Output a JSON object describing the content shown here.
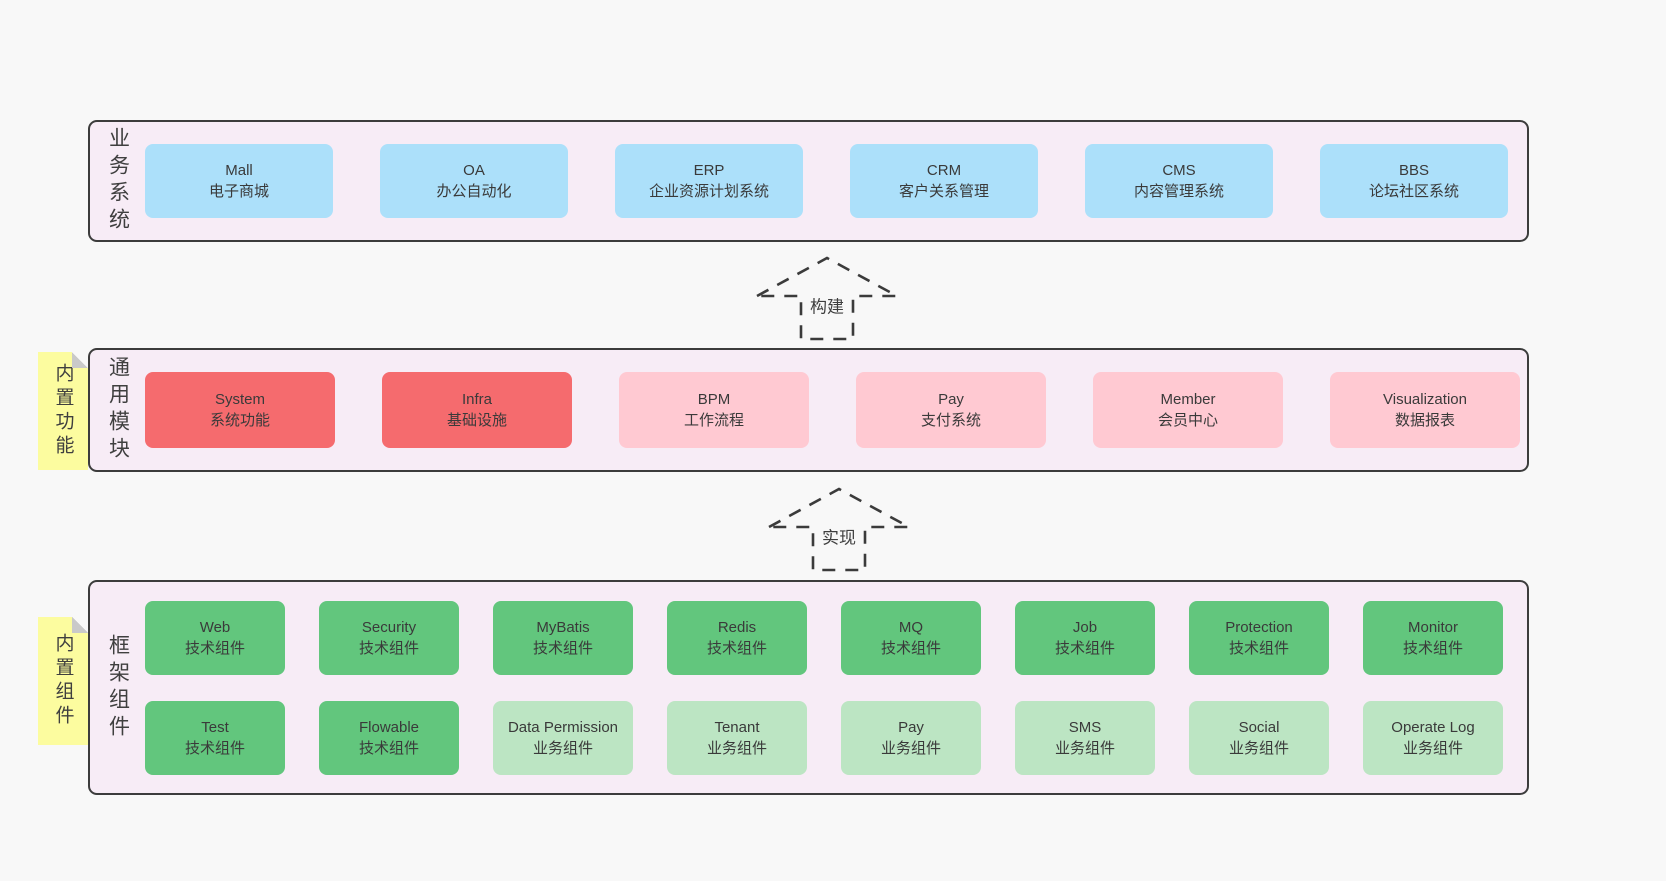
{
  "palette": {
    "canvas_bg": "#f8f8f8",
    "panel_bg": "#f7ecf6",
    "panel_border": "#3c3c3c",
    "blue": "#ace0fa",
    "red": "#f56b6e",
    "pink": "#ffc9d2",
    "green": "#62c67d",
    "light_green": "#bce5c3",
    "note_yellow": "#fcfc9f",
    "text": "#3f3f3f"
  },
  "notes": [
    {
      "label": "内置功能"
    },
    {
      "label": "内置组件"
    }
  ],
  "arrows": [
    {
      "label": "构建"
    },
    {
      "label": "实现"
    }
  ],
  "sections": [
    {
      "label": "业务系统",
      "rows": [
        [
          {
            "name": "Mall",
            "desc": "电子商城",
            "variant": "v-blue"
          },
          {
            "name": "OA",
            "desc": "办公自动化",
            "variant": "v-blue"
          },
          {
            "name": "ERP",
            "desc": "企业资源计划系统",
            "variant": "v-blue"
          },
          {
            "name": "CRM",
            "desc": "客户关系管理",
            "variant": "v-blue"
          },
          {
            "name": "CMS",
            "desc": "内容管理系统",
            "variant": "v-blue"
          },
          {
            "name": "BBS",
            "desc": "论坛社区系统",
            "variant": "v-blue"
          }
        ]
      ]
    },
    {
      "label": "通用模块",
      "rows": [
        [
          {
            "name": "System",
            "desc": "系统功能",
            "variant": "v-red"
          },
          {
            "name": "Infra",
            "desc": "基础设施",
            "variant": "v-red"
          },
          {
            "name": "BPM",
            "desc": "工作流程",
            "variant": "v-pink"
          },
          {
            "name": "Pay",
            "desc": "支付系统",
            "variant": "v-pink"
          },
          {
            "name": "Member",
            "desc": "会员中心",
            "variant": "v-pink"
          },
          {
            "name": "Visualization",
            "desc": "数据报表",
            "variant": "v-pink"
          }
        ]
      ]
    },
    {
      "label": "框架组件",
      "rows": [
        [
          {
            "name": "Web",
            "desc": "技术组件",
            "variant": "v-green"
          },
          {
            "name": "Security",
            "desc": "技术组件",
            "variant": "v-green"
          },
          {
            "name": "MyBatis",
            "desc": "技术组件",
            "variant": "v-green"
          },
          {
            "name": "Redis",
            "desc": "技术组件",
            "variant": "v-green"
          },
          {
            "name": "MQ",
            "desc": "技术组件",
            "variant": "v-green"
          },
          {
            "name": "Job",
            "desc": "技术组件",
            "variant": "v-green"
          },
          {
            "name": "Protection",
            "desc": "技术组件",
            "variant": "v-green"
          },
          {
            "name": "Monitor",
            "desc": "技术组件",
            "variant": "v-green"
          }
        ],
        [
          {
            "name": "Test",
            "desc": "技术组件",
            "variant": "v-green"
          },
          {
            "name": "Flowable",
            "desc": "技术组件",
            "variant": "v-green"
          },
          {
            "name": "Data Permission",
            "desc": "业务组件",
            "variant": "v-lightgreen"
          },
          {
            "name": "Tenant",
            "desc": "业务组件",
            "variant": "v-lightgreen"
          },
          {
            "name": "Pay",
            "desc": "业务组件",
            "variant": "v-lightgreen"
          },
          {
            "name": "SMS",
            "desc": "业务组件",
            "variant": "v-lightgreen"
          },
          {
            "name": "Social",
            "desc": "业务组件",
            "variant": "v-lightgreen"
          },
          {
            "name": "Operate Log",
            "desc": "业务组件",
            "variant": "v-lightgreen"
          }
        ]
      ]
    }
  ]
}
